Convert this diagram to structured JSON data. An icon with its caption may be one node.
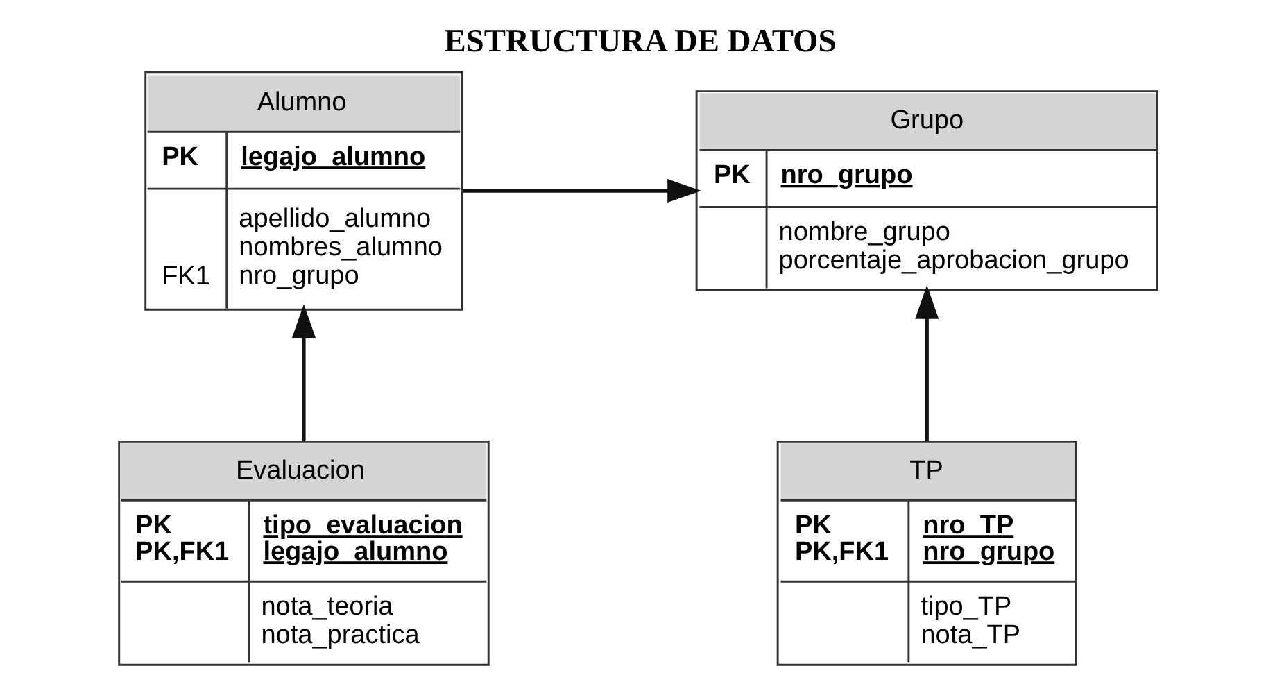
{
  "diagram": {
    "title": "ESTRUCTURA DE DATOS",
    "nodes": [
      {
        "text": [
          "Alumno",
          "PK",
          "legajo_alumno",
          "FK1",
          "apellido_alumno nombres_alumno nro_grupo"
        ]
      },
      {
        "text": [
          "Grupo",
          "PK",
          "nro_grupo",
          "nombre_grupo porcentaje_aprobacion_grupo"
        ]
      },
      {
        "text": [
          "Evaluacion",
          "PK PK,FK1",
          "tipo_evaluacion legajo_alumno",
          "nota_teoria nota_practica"
        ]
      },
      {
        "text": [
          "TP",
          "PK PK,FK1",
          "nro_TP nro_grupo",
          "tipo_TP nota_TP"
        ]
      }
    ],
    "edges": [
      {
        "from": 0,
        "to": 1,
        "arrow": "to"
      },
      {
        "from": 2,
        "to": 0,
        "arrow": "to"
      },
      {
        "from": 3,
        "to": 1,
        "arrow": "to"
      }
    ]
  }
}
